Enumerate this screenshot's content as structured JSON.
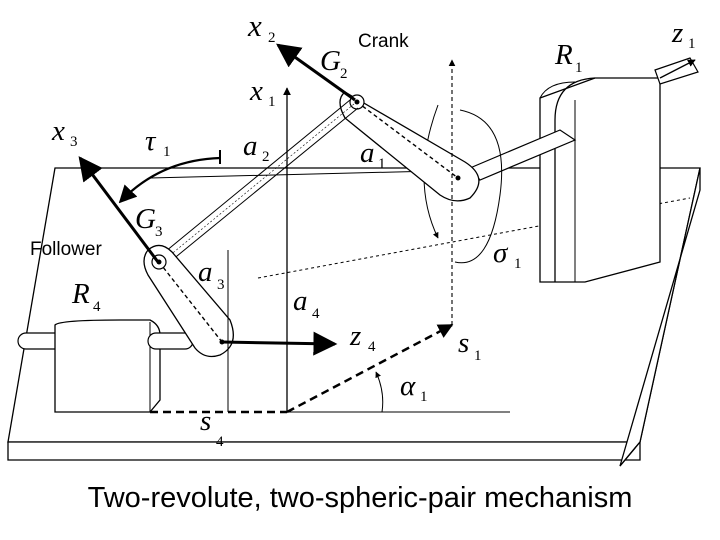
{
  "caption": "Two-revolute, two-spheric-pair mechanism",
  "labels": {
    "crank": "Crank",
    "follower": "Follower"
  },
  "symbols": {
    "x2": {
      "base": "x",
      "sub": "2"
    },
    "x1": {
      "base": "x",
      "sub": "1"
    },
    "x3": {
      "base": "x",
      "sub": "3"
    },
    "z1": {
      "base": "z",
      "sub": "1"
    },
    "z4": {
      "base": "z",
      "sub": "4"
    },
    "G2": {
      "base": "G",
      "sub": "2"
    },
    "G3": {
      "base": "G",
      "sub": "3"
    },
    "R1": {
      "base": "R",
      "sub": "1"
    },
    "R4": {
      "base": "R",
      "sub": "4"
    },
    "tau1": {
      "base": "τ",
      "sub": "1"
    },
    "a1": {
      "base": "a",
      "sub": "1"
    },
    "a2": {
      "base": "a",
      "sub": "2"
    },
    "a3": {
      "base": "a",
      "sub": "3"
    },
    "a4": {
      "base": "a",
      "sub": "4"
    },
    "sigma1": {
      "base": "σ",
      "sub": "1"
    },
    "s1": {
      "base": "s",
      "sub": "1"
    },
    "s4": {
      "base": "s",
      "sub": "4"
    },
    "alpha1": {
      "base": "α",
      "sub": "1"
    }
  }
}
